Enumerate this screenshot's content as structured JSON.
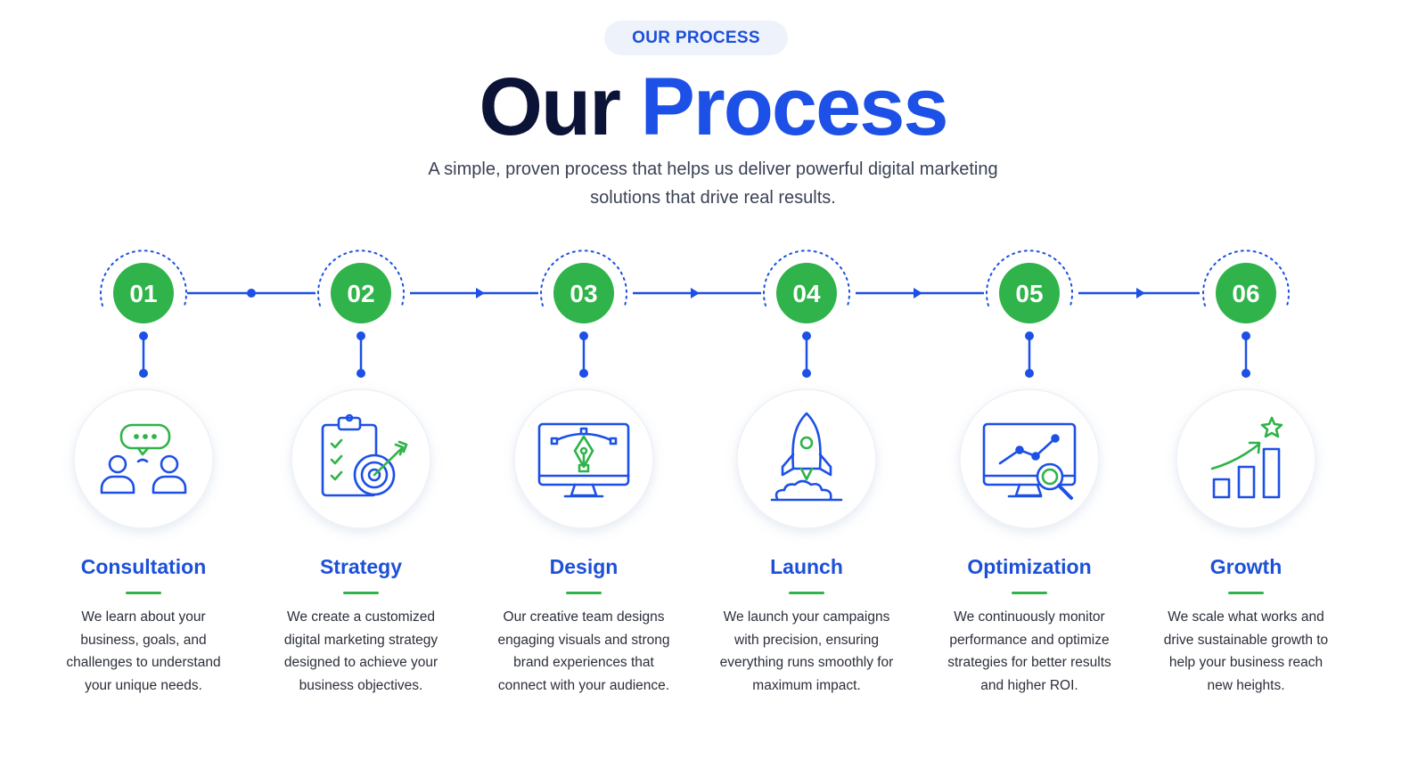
{
  "header": {
    "badge": "OUR PROCESS",
    "title_dark": "Our",
    "title_blue": "Process",
    "subtitle": "A simple, proven process that helps us deliver powerful digital marketing solutions that drive real results."
  },
  "colors": {
    "green": "#2fb34a",
    "blue": "#1c50e6",
    "dark": "#0b1437"
  },
  "steps": [
    {
      "number": "01",
      "icon": "consultation-people-icon",
      "title": "Consultation",
      "description": "We learn about your business, goals, and challenges to understand your unique needs."
    },
    {
      "number": "02",
      "icon": "strategy-clipboard-target-icon",
      "title": "Strategy",
      "description": "We create a customized digital marketing strategy designed to achieve your business objectives."
    },
    {
      "number": "03",
      "icon": "design-monitor-pen-icon",
      "title": "Design",
      "description": "Our creative team designs engaging visuals and strong brand experiences that connect with your audience."
    },
    {
      "number": "04",
      "icon": "launch-rocket-icon",
      "title": "Launch",
      "description": "We launch your campaigns with precision, ensuring everything runs smoothly for maximum impact."
    },
    {
      "number": "05",
      "icon": "optimization-monitor-magnifier-icon",
      "title": "Optimization",
      "description": "We continuously monitor performance and optimize strategies for better results and higher ROI."
    },
    {
      "number": "06",
      "icon": "growth-bar-chart-icon",
      "title": "Growth",
      "description": "We scale what works and drive sustainable growth to help your business reach new heights."
    }
  ]
}
